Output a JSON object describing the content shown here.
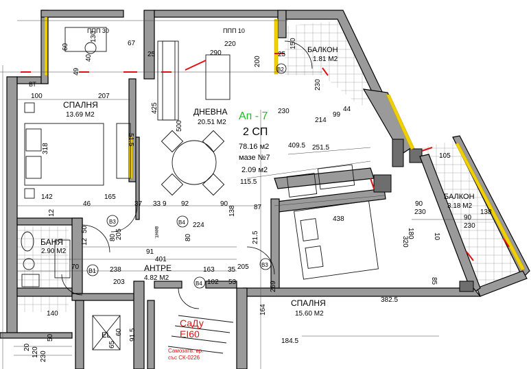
{
  "rooms": {
    "bedroom_left": {
      "name": "СПАЛНЯ",
      "area": "13.69 М2"
    },
    "living": {
      "name": "ДНЕВНА",
      "area": "20.51 М2"
    },
    "balcony_top": {
      "name": "БАЛКОН",
      "area": "1.81 М2"
    },
    "balcony_right": {
      "name": "БАЛКОН",
      "area": "3.18 М2"
    },
    "bathroom": {
      "name": "БАНЯ",
      "area": "2.90 М2"
    },
    "hall": {
      "name": "АНТРЕ",
      "area": "4.82 М2"
    },
    "bedroom_right": {
      "name": "СПАЛНЯ",
      "area": "15.60 М2"
    }
  },
  "apartment": {
    "id": "Ап - 7",
    "type": "2 СП",
    "total_area": "78.16 м2",
    "storage": "мазе №7",
    "storage_area": "2.09 м2"
  },
  "marks": {
    "elevator": "EL",
    "stair_door_1": "СаДу",
    "stair_door_2": "EI60",
    "stair_note_1": "Самозатв. вр.",
    "stair_note_2": "със СК-0226",
    "bt": "ВТ",
    "vent": "вент.",
    "ppp_1": "ППП 30",
    "ppp_2": "ППП 10",
    "b1": "B1",
    "b3_1": "B3",
    "b3_2": "B3",
    "b4_1": "B4",
    "b4_2": "B4",
    "b2": "B2"
  },
  "dimensions": {
    "d_100": "100",
    "d_207": "207",
    "d_318": "318",
    "d_142": "142",
    "d_165": "165",
    "d_46": "46",
    "d_37": "37",
    "d_33": "33",
    "d_9a": "9",
    "d_92": "92",
    "d_90a": "90",
    "d_224": "224",
    "d_91": "91",
    "d_401": "401",
    "d_238": "238",
    "d_203": "203",
    "d_163": "163",
    "d_102": "102",
    "d_53": "53",
    "d_35": "35",
    "d_70": "70",
    "d_205a": "205",
    "d_205b": "205",
    "d_80a": "80",
    "d_80b": "80",
    "d_50": "50",
    "d_12a": "12",
    "d_12b": "12",
    "d_290": "290",
    "d_220": "220",
    "d_200": "200",
    "d_67": "67",
    "d_25a": "25",
    "d_25b": "25",
    "d_130": "130",
    "d_40": "40",
    "d_49": "49",
    "d_150": "150",
    "d_60": "60",
    "d_409": "409.5",
    "d_251": "251.5",
    "d_115": "115.5",
    "d_87": "87",
    "d_138": "138",
    "d_438": "438",
    "d_180": "180",
    "d_320": "320",
    "d_382": "382.5",
    "d_269": "269",
    "d_164": "164",
    "d_184": "184.5",
    "d_90b": "90",
    "d_230a": "230",
    "d_230b": "230",
    "d_90c": "90",
    "d_230c": "230",
    "d_138b": "138",
    "d_105": "105",
    "d_99": "99",
    "d_44": "44",
    "d_214": "214",
    "d_230d": "230",
    "d_500": "500",
    "d_515": "51.5",
    "d_425": "425",
    "d_91b": "91.5",
    "d_60b": "60",
    "d_65": "65",
    "d_140": "140",
    "d_20": "20",
    "d_120": "120",
    "d_230e": "230",
    "d_50b": "50",
    "d_21": "21.5",
    "d_85": "85",
    "d_10": "10"
  },
  "colors": {
    "wall": "#9a9a9a",
    "marker_red": "#e01010",
    "apartment_label": "#22bb22",
    "insulation": "#f0d000"
  }
}
